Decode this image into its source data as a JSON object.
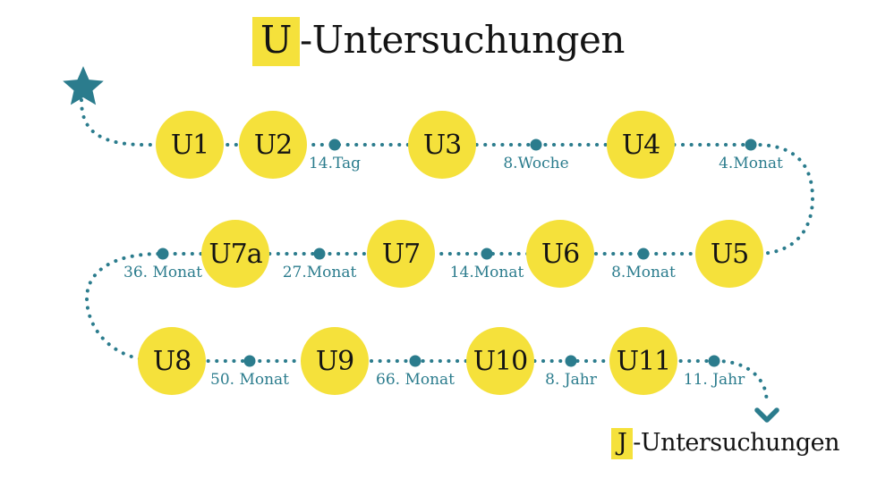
{
  "title": {
    "highlight": "U",
    "rest": "-Untersuchungen"
  },
  "end_label": {
    "highlight": "J",
    "rest": "-Untersuchungen"
  },
  "colors": {
    "yellow": "#F5E13B",
    "teal": "#2B7C8D",
    "ink": "#141414",
    "background": "#FFFFFF"
  },
  "icons": {
    "start": "star-icon",
    "end": "arrow-down-icon"
  },
  "checkups": [
    {
      "label": "U1"
    },
    {
      "label": "U2"
    },
    {
      "label": "U3"
    },
    {
      "label": "U4"
    },
    {
      "label": "U5"
    },
    {
      "label": "U6"
    },
    {
      "label": "U7"
    },
    {
      "label": "U7a"
    },
    {
      "label": "U8"
    },
    {
      "label": "U9"
    },
    {
      "label": "U10"
    },
    {
      "label": "U11"
    }
  ],
  "milestones": [
    {
      "label": "14.Tag"
    },
    {
      "label": "8.Woche"
    },
    {
      "label": "4.Monat"
    },
    {
      "label": "8.Monat"
    },
    {
      "label": "14.Monat"
    },
    {
      "label": "27.Monat"
    },
    {
      "label": "36. Monat"
    },
    {
      "label": "50. Monat"
    },
    {
      "label": "66. Monat"
    },
    {
      "label": "8. Jahr"
    },
    {
      "label": "11. Jahr"
    }
  ]
}
